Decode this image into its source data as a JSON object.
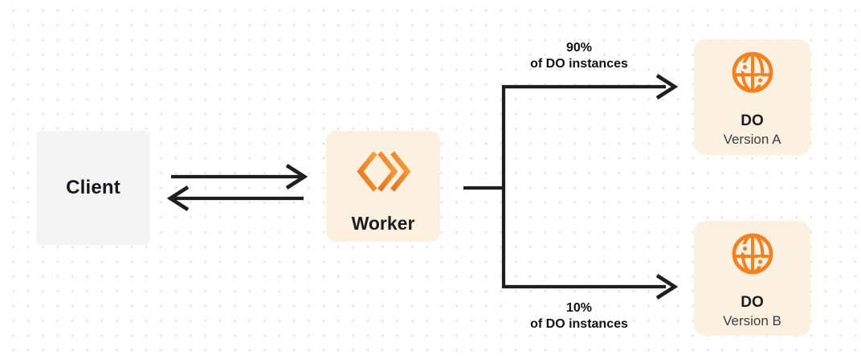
{
  "diagram": {
    "nodes": {
      "client": {
        "label": "Client"
      },
      "worker": {
        "label": "Worker",
        "icon": "workers-logo-icon"
      },
      "do_a": {
        "title": "DO",
        "subtitle": "Version A",
        "icon": "durable-object-globe-icon"
      },
      "do_b": {
        "title": "DO",
        "subtitle": "Version B",
        "icon": "durable-object-globe-icon"
      }
    },
    "routes": {
      "a": {
        "percent": "90%",
        "caption": "of DO instances"
      },
      "b": {
        "percent": "10%",
        "caption": "of DO instances"
      }
    },
    "edges": [
      {
        "from": "client",
        "to": "worker",
        "type": "bidirectional-arrows"
      },
      {
        "from": "worker",
        "to": "do_a",
        "type": "arrow",
        "label": "90% of DO instances"
      },
      {
        "from": "worker",
        "to": "do_b",
        "type": "arrow",
        "label": "10% of DO instances"
      }
    ],
    "colors": {
      "accent_orange": "#f48120",
      "orange_gradient_dark": "#e8701b",
      "orange_gradient_light": "#f9a33d",
      "node_cream_bg": "#fcf0e1",
      "node_gray_bg": "#f4f4f5",
      "arrow_stroke": "#1e1e1e",
      "text_dark": "#1d1d1f",
      "text_subtitle": "#3d3d40",
      "dot_grid": "#e4e4e6",
      "canvas_bg": "#ffffff"
    }
  }
}
